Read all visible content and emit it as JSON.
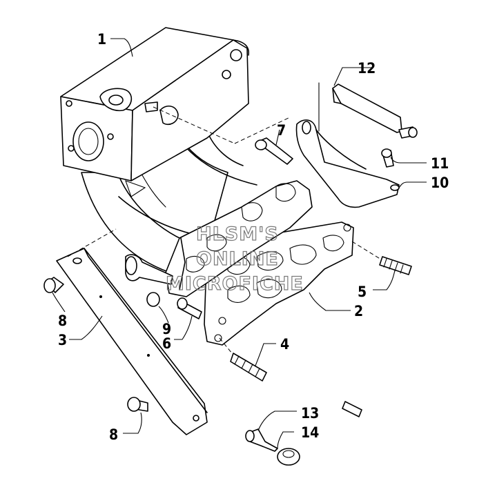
{
  "diagram": {
    "callouts": [
      "1",
      "2",
      "3",
      "4",
      "5",
      "6",
      "7",
      "8",
      "8",
      "9",
      "10",
      "11",
      "12",
      "13",
      "14"
    ],
    "watermark": [
      "HLSM'S",
      "ONLINE",
      "MICROFICHE"
    ]
  }
}
